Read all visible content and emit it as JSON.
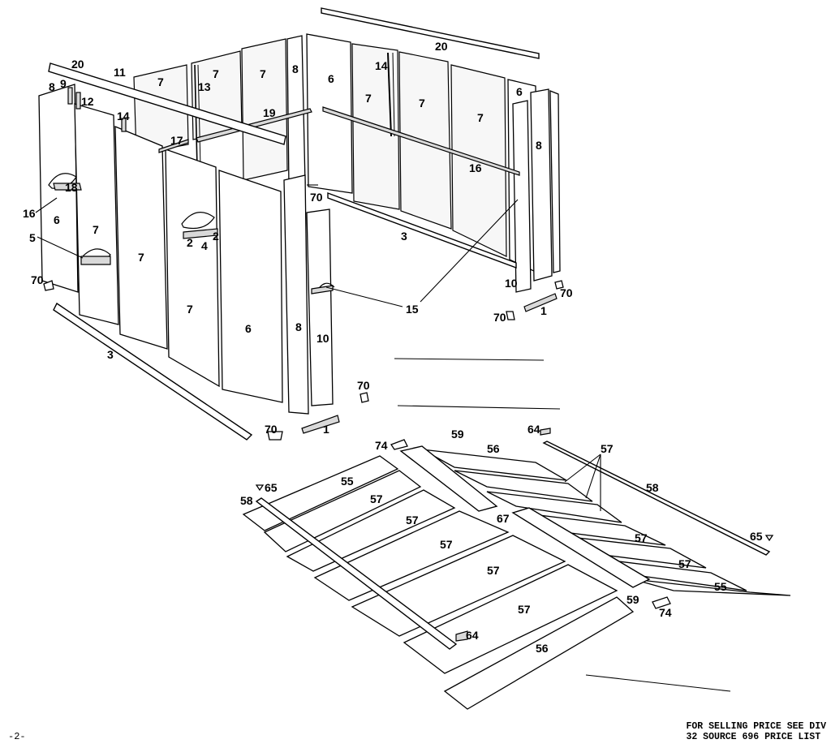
{
  "callouts": {
    "c20a": "20",
    "c20b": "20",
    "c11": "11",
    "c7a": "7",
    "c7b": "7",
    "c7c": "7",
    "c8a": "8",
    "c6a": "6",
    "c14a": "14",
    "c7d": "7",
    "c7e": "7",
    "c7f": "7",
    "c6b": "6",
    "c8b": "8",
    "c8c": "8",
    "c9": "9",
    "c12": "12",
    "c13": "13",
    "c19": "19",
    "c14b": "14",
    "c17": "17",
    "c16a": "16",
    "c16b": "16",
    "c18": "18",
    "c6c": "6",
    "c5": "5",
    "c7g": "7",
    "c7h": "7",
    "c7i": "7",
    "c2a": "2",
    "c4": "4",
    "c2b": "2",
    "c70a": "70",
    "c70b": "70",
    "c3a": "3",
    "c3b": "3",
    "c6d": "6",
    "c8d": "8",
    "c10a": "10",
    "c15": "15",
    "c10b": "10",
    "c70c": "70",
    "c70d": "70",
    "c1a": "1",
    "c70e": "70",
    "c70f": "70",
    "c1b": "1",
    "c74a": "74",
    "c59a": "59",
    "c56a": "56",
    "c64a": "64",
    "c57a": "57",
    "c58a": "58",
    "c65a": "65",
    "c55a": "55",
    "c57b": "57",
    "c57c": "57",
    "c67": "67",
    "c57d": "57",
    "c57e": "57",
    "c57f": "57",
    "c57g": "57",
    "c65b": "65",
    "c55b": "55",
    "c59b": "59",
    "c74b": "74",
    "c64b": "64",
    "c56b": "56",
    "c58b": "58"
  },
  "footer": {
    "price_note_line1": "FOR SELLING PRICE SEE DIV",
    "price_note_line2": "32 SOURCE 696 PRICE LIST",
    "page_number": "-2-"
  }
}
